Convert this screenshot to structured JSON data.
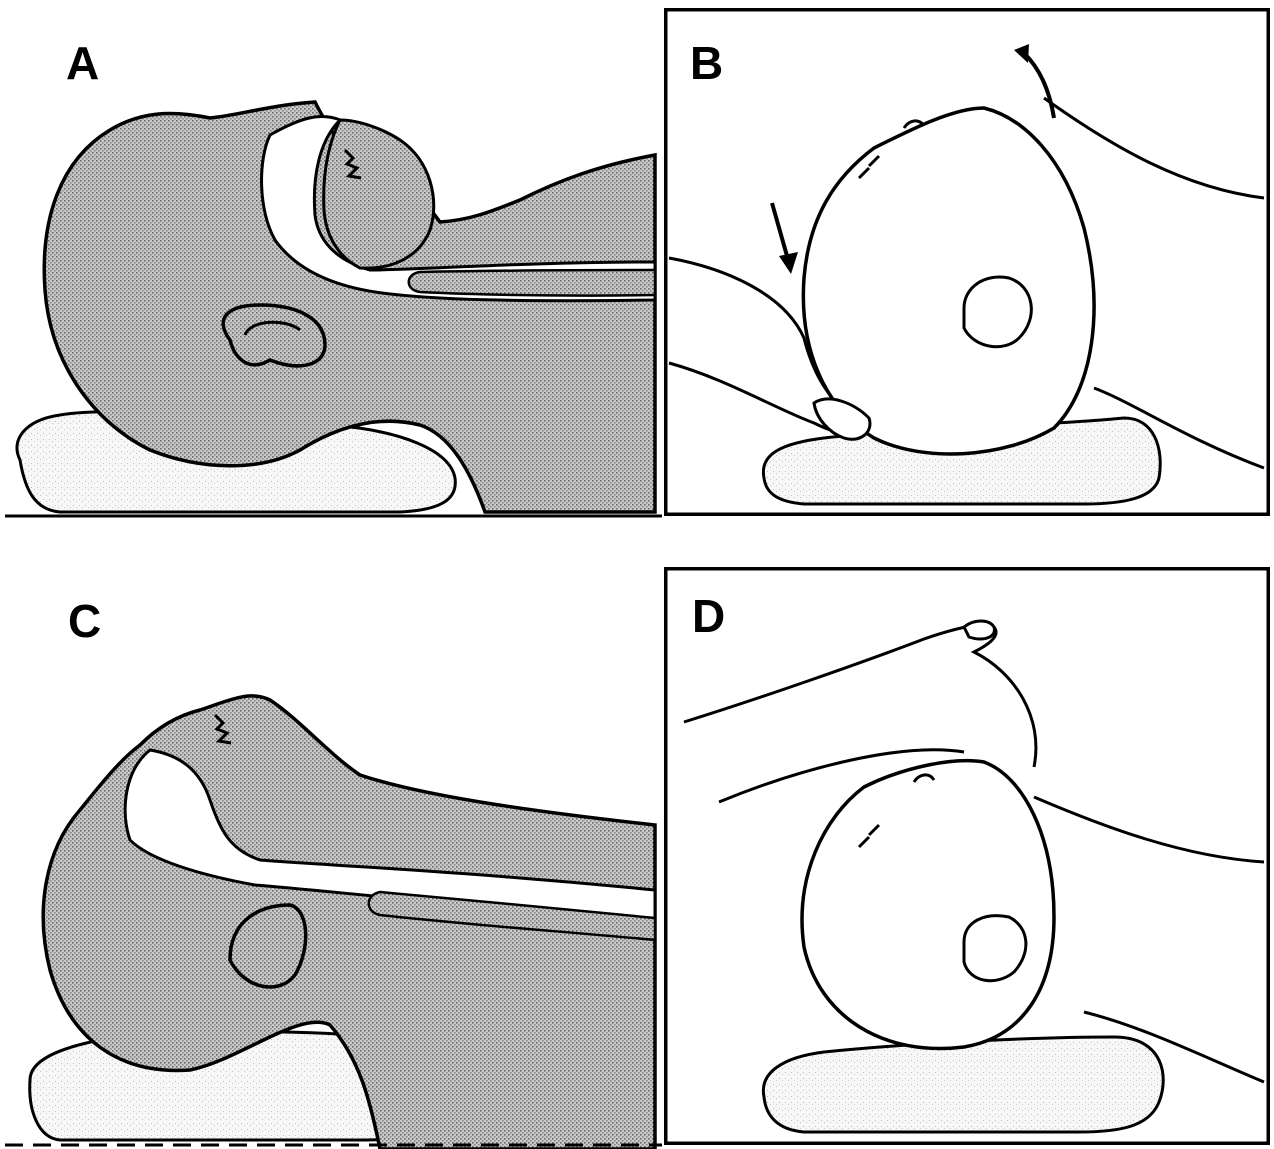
{
  "panels": {
    "a": {
      "label": "A"
    },
    "b": {
      "label": "B"
    },
    "c": {
      "label": "C"
    },
    "d": {
      "label": "D"
    }
  },
  "colors": {
    "ink": "#000000",
    "paper": "#ffffff",
    "tissue_shading": "#b9b9b9",
    "pillow_shading": "#ededed"
  }
}
